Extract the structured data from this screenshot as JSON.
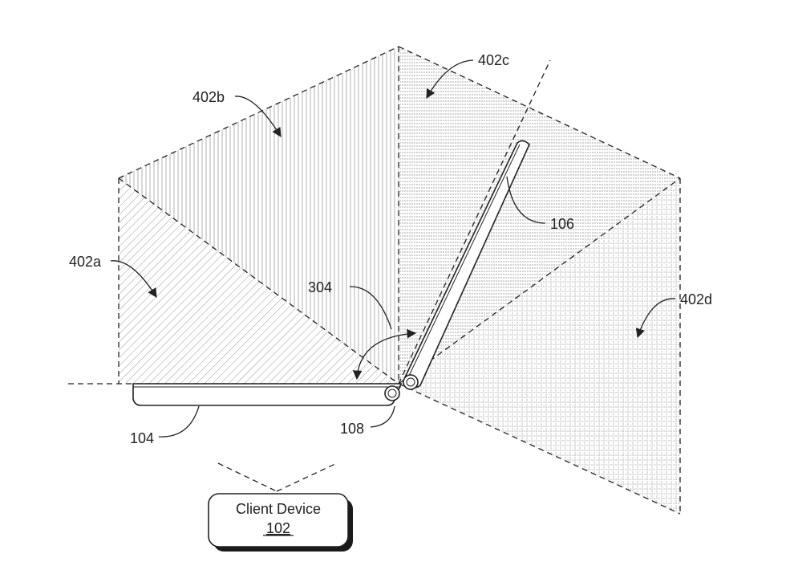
{
  "labels": {
    "region_a": "402a",
    "region_b": "402b",
    "region_c": "402c",
    "region_d": "402d",
    "angle": "304",
    "display_panel": "106",
    "base_panel": "104",
    "hinge": "108"
  },
  "client_device": {
    "title": "Client Device",
    "ref": "102"
  },
  "colors": {
    "line": "#222222",
    "hatch": "#9a9a9a",
    "background": "#ffffff"
  }
}
